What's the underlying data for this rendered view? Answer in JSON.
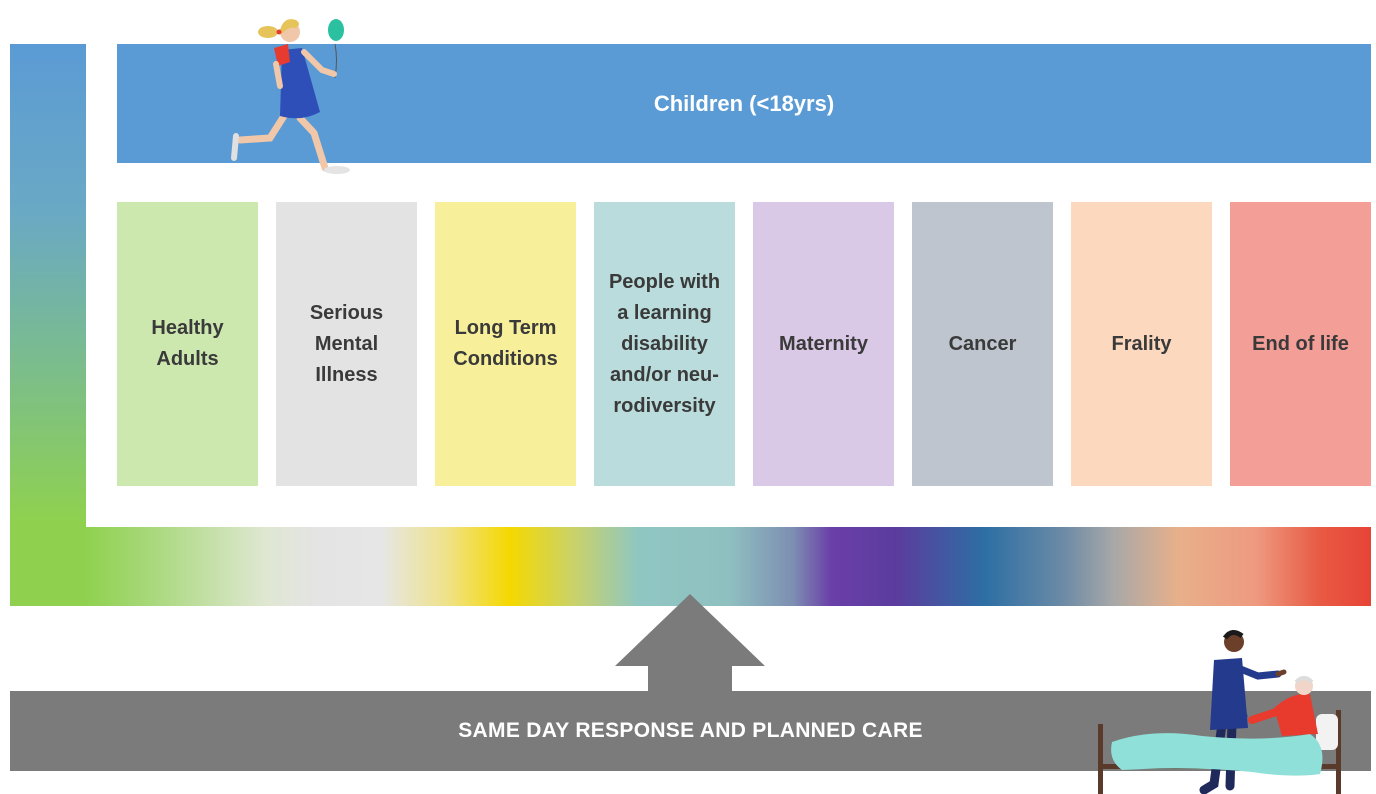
{
  "children_band": {
    "label": "Children (<18yrs)",
    "color": "#5b9bd5"
  },
  "groups": [
    {
      "lines": [
        "Healthy",
        "Adults"
      ],
      "color": "#cde8ae"
    },
    {
      "lines": [
        "Serious",
        "Mental",
        "Illness"
      ],
      "color": "#e3e3e3"
    },
    {
      "lines": [
        "Long Term",
        "Conditions"
      ],
      "color": "#f8ef9a"
    },
    {
      "lines": [
        "People with",
        "a learning",
        "disability",
        "and/or neu-",
        "rodiversity"
      ],
      "color": "#badcdc"
    },
    {
      "lines": [
        "Maternity"
      ],
      "color": "#d9c9e6"
    },
    {
      "lines": [
        "Cancer"
      ],
      "color": "#bec5cf"
    },
    {
      "lines": [
        "Frality"
      ],
      "color": "#fcd8bf"
    },
    {
      "lines": [
        "End of life"
      ],
      "color": "#f49e98"
    }
  ],
  "base_band": {
    "label": "SAME DAY RESPONSE AND PLANNED CARE",
    "color": "#7b7b7b"
  },
  "illustrations": [
    "girl-with-balloon-icon",
    "nurse-with-patient-in-bed-icon"
  ]
}
